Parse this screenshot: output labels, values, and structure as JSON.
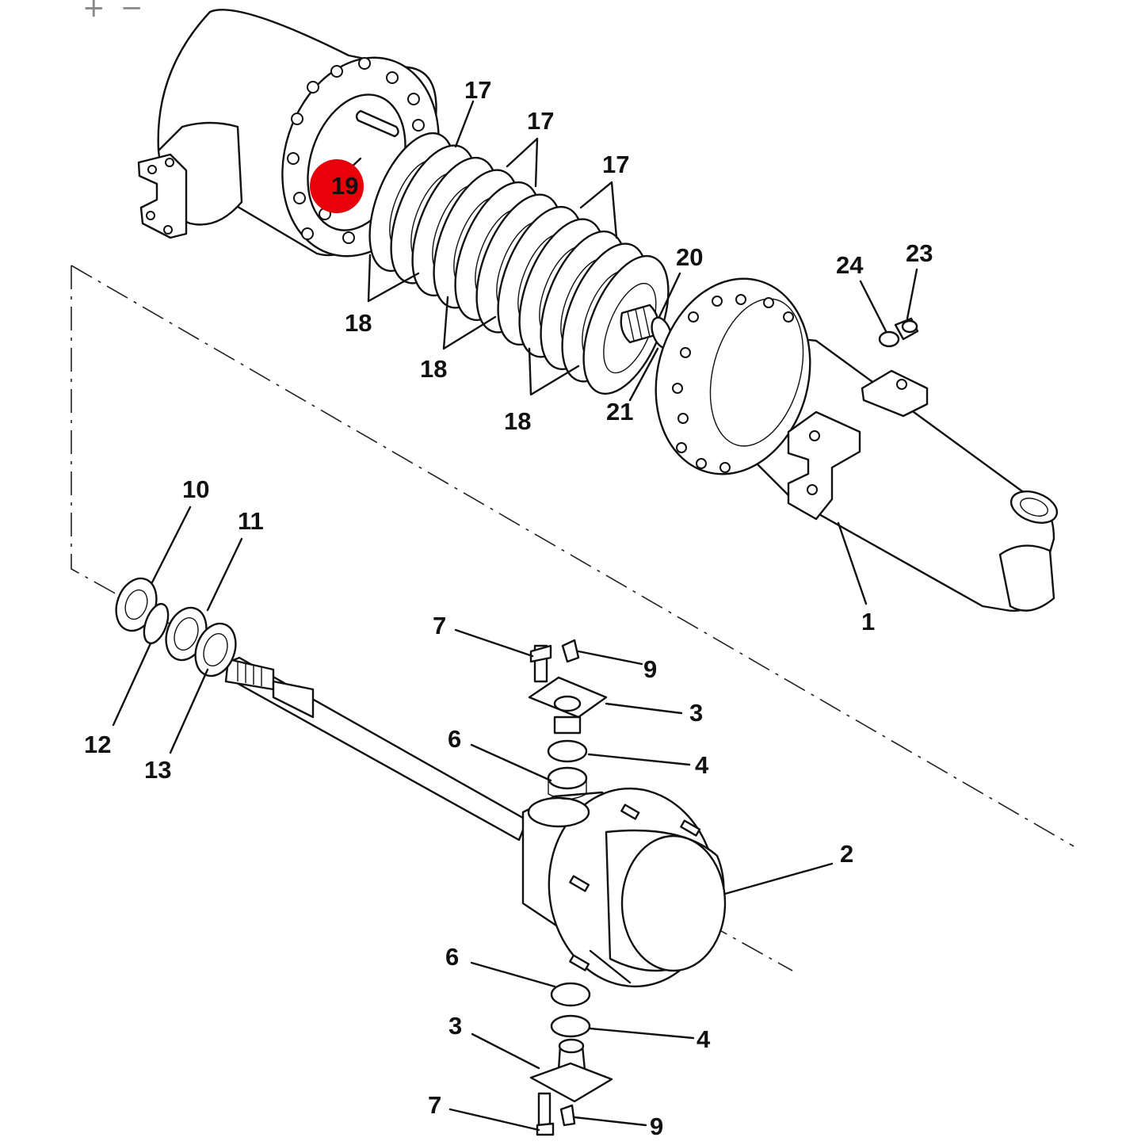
{
  "toolbar": {
    "zoom_in_label": "+",
    "zoom_out_label": "−"
  },
  "diagram": {
    "highlight_color": "#e8000a",
    "highlighted_part": "19",
    "callouts": {
      "c1": "1",
      "c2": "2",
      "c3a": "3",
      "c3b": "3",
      "c4a": "4",
      "c4b": "4",
      "c6a": "6",
      "c6b": "6",
      "c7a": "7",
      "c7b": "7",
      "c9a": "9",
      "c9b": "9",
      "c10": "10",
      "c11": "11",
      "c12": "12",
      "c13": "13",
      "c17a": "17",
      "c17b": "17",
      "c17c": "17",
      "c18a": "18",
      "c18b": "18",
      "c18c": "18",
      "c19": "19",
      "c20": "20",
      "c21": "21",
      "c23": "23",
      "c24": "24"
    }
  }
}
